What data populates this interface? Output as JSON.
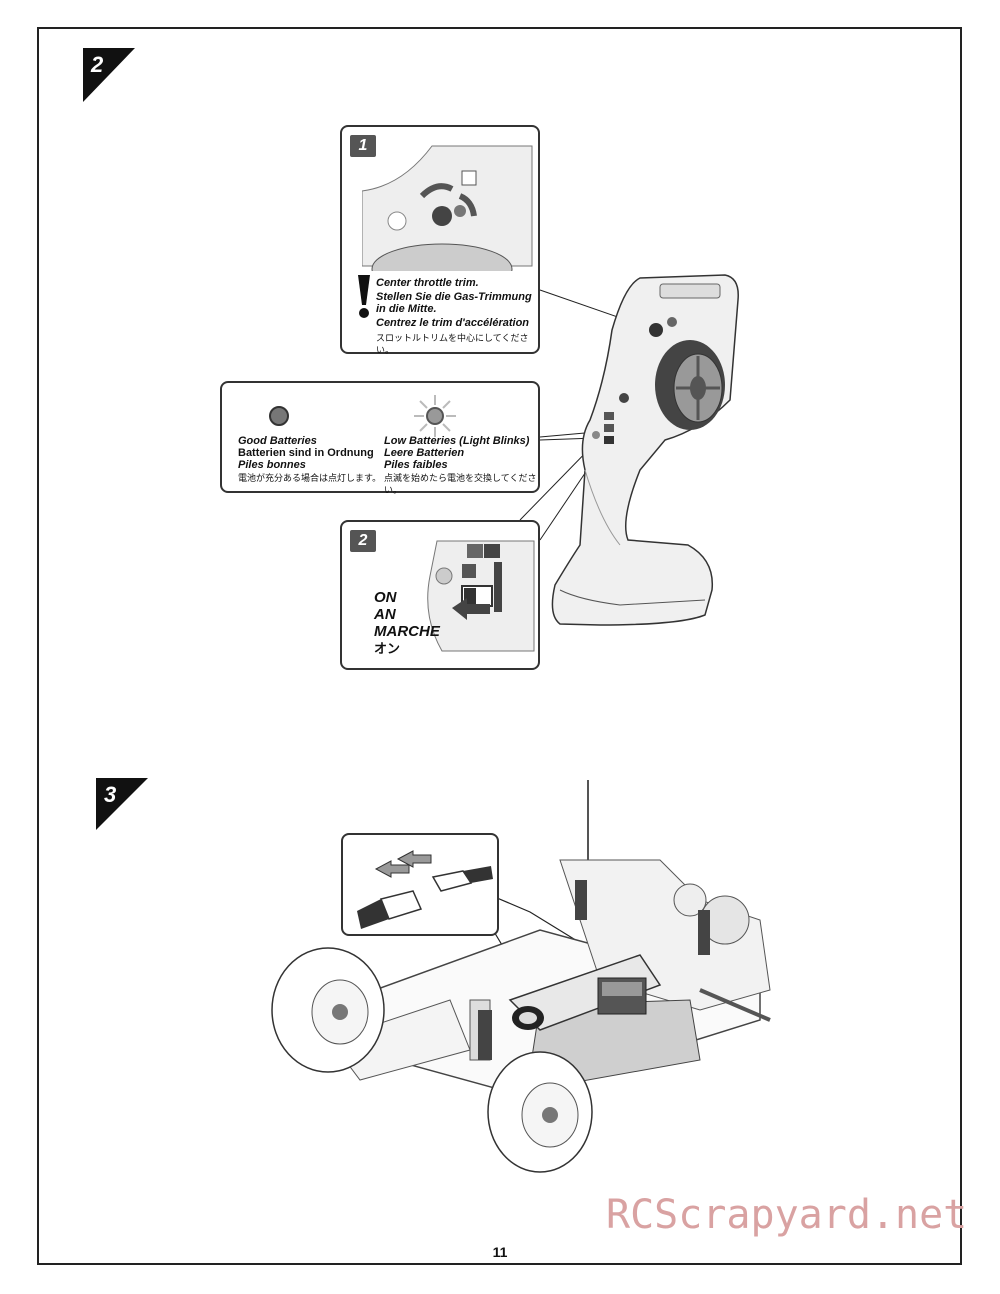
{
  "page": {
    "number": "11",
    "watermark": "RCScrapyard.net"
  },
  "steps": [
    {
      "label": "2"
    },
    {
      "label": "3"
    }
  ],
  "callout_trim": {
    "step": "1",
    "warning_lines": [
      "Center throttle trim.",
      "Stellen Sie die Gas-Trimmung",
      "in die Mitte.",
      "Centrez le trim d'accélération",
      "スロットルトリムを中心にしてください。"
    ]
  },
  "callout_batteries": {
    "good": [
      "Good Batteries",
      "Batterien sind in Ordnung",
      "Piles bonnes",
      "電池が充分ある場合は点灯します。"
    ],
    "low": [
      "Low Batteries (Light Blinks)",
      "Leere Batterien",
      "Piles faibles",
      "点滅を始めたら電池を交換してください。"
    ]
  },
  "callout_switch": {
    "step": "2",
    "lines": [
      "ON",
      "AN",
      "MARCHE",
      "オン"
    ]
  },
  "icons": [
    "warning-exclamation-icon",
    "led-off-icon",
    "led-blinking-icon",
    "arrow-left-icon"
  ]
}
